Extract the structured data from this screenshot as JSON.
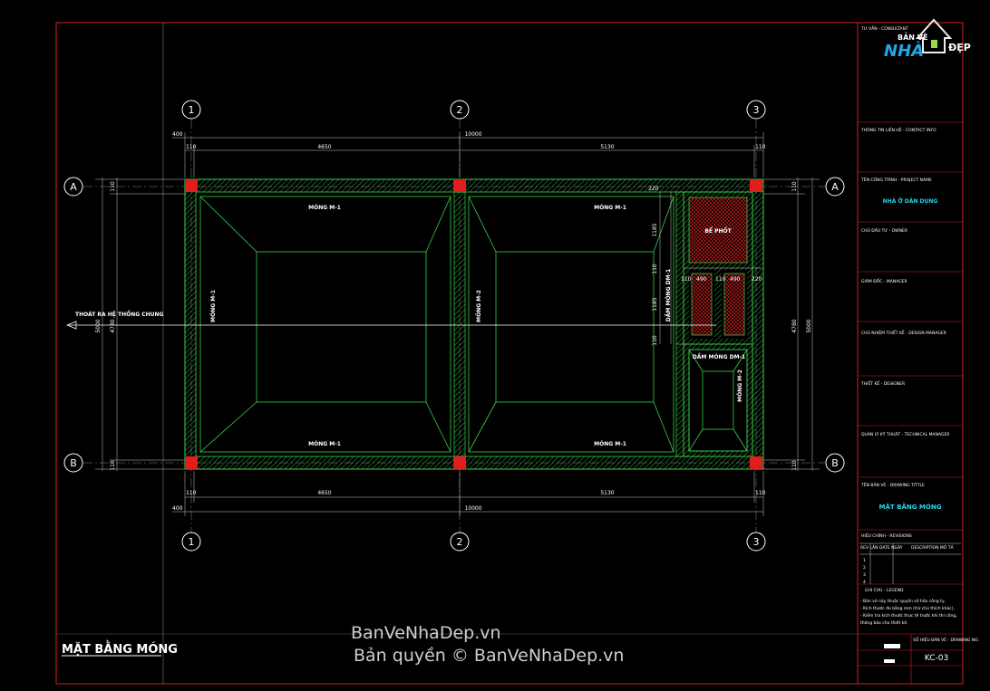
{
  "colors": {
    "background": "#000000",
    "frame": "#d42020",
    "foundation": "#39d24a",
    "dimension": "#c8c8c8",
    "column": "#e01e1e",
    "hatch_red": "#c81c1c",
    "title_text_cyan": "#28d6e8",
    "watermark": "#ffffff"
  },
  "drawing": {
    "title": "MẶT BẰNG MÓNG",
    "drain_label": "THOÁT RA HỆ THỐNG CHUNG",
    "grid_columns": [
      "1",
      "2",
      "3"
    ],
    "grid_rows": [
      "A",
      "B"
    ],
    "dims": {
      "top_total": "10000",
      "top_overhang": "400",
      "bay_1": "4650",
      "bay_2": "5130",
      "edge": "110",
      "rt_small": "220",
      "bot_total": "10000",
      "bot_overhang": "400",
      "left_total": "5000",
      "left_inner": "4780",
      "right_total": "5000",
      "right_inner": "4780",
      "inner_v1": "1185",
      "inner_v2": "1185",
      "inner_edge": "110",
      "inner_h_110": "110",
      "inner_h_490": "490",
      "inner_h_110b": "110",
      "inner_h_490b": "490",
      "inner_h_220": "220"
    },
    "labels": {
      "m1": "MÓNG M-1",
      "m2": "MÓNG M-2",
      "beam": "DẦM MÓNG DM-1",
      "septic": "BỂ PHỐT"
    }
  },
  "title_block": {
    "consultant": "TƯ VẤN - CONSULTANT",
    "logo_brand": "BẢN VẼ",
    "logo_nha": "NHÀ",
    "logo_dep": "ĐẸP",
    "contact": "THÔNG TIN LIÊN HỆ - CONTACT INFO",
    "project_label": "TÊN CÔNG TRÌNH - PROJECT NAME",
    "project_name": "NHÀ Ở DÂN DỤNG",
    "owner": "CHỦ ĐẦU TƯ - OWNER",
    "manager": "GIÁM ĐỐC - MANAGER",
    "design_manager": "CHỦ NHIỆM THIẾT KẾ - DESIGN MANAGER",
    "designer": "THIẾT KẾ - DESIGNER",
    "tech_manager": "QUẢN LÝ KỸ THUẬT - TECHNICAL MANAGER",
    "drawing_title_label": "TÊN BẢN VẼ - DRAWING TITTLE",
    "drawing_title": "MẶT BẰNG MÓNG",
    "revisions_label": "HIỆU CHỈNH - REVISIONS",
    "rev_col_rev": "REV LẦN",
    "rev_col_date": "DATE NGÀY",
    "rev_col_desc": "DESCRIPTION MÔ TẢ",
    "rev_rows": [
      "1",
      "2",
      "3",
      "4"
    ],
    "legend_label": "GHI CHÚ - LEGEND",
    "legend_lines": [
      "- Bản vẽ này thuộc quyền sở hữu công ty,",
      "- Kích thước đo bằng mm (trừ chú thích khác),",
      "- Kiểm tra kích thước thực tế trước khi thi công,",
      "  thông báo cho thiết kế."
    ],
    "drawing_no_label": "SỐ HIỆU BẢN VẼ - DRAWING NO.",
    "drawing_no": "KC-03"
  },
  "watermark": {
    "line1": "BanVeNhaDep.vn",
    "line2": "Bản quyền © BanVeNhaDep.vn"
  }
}
